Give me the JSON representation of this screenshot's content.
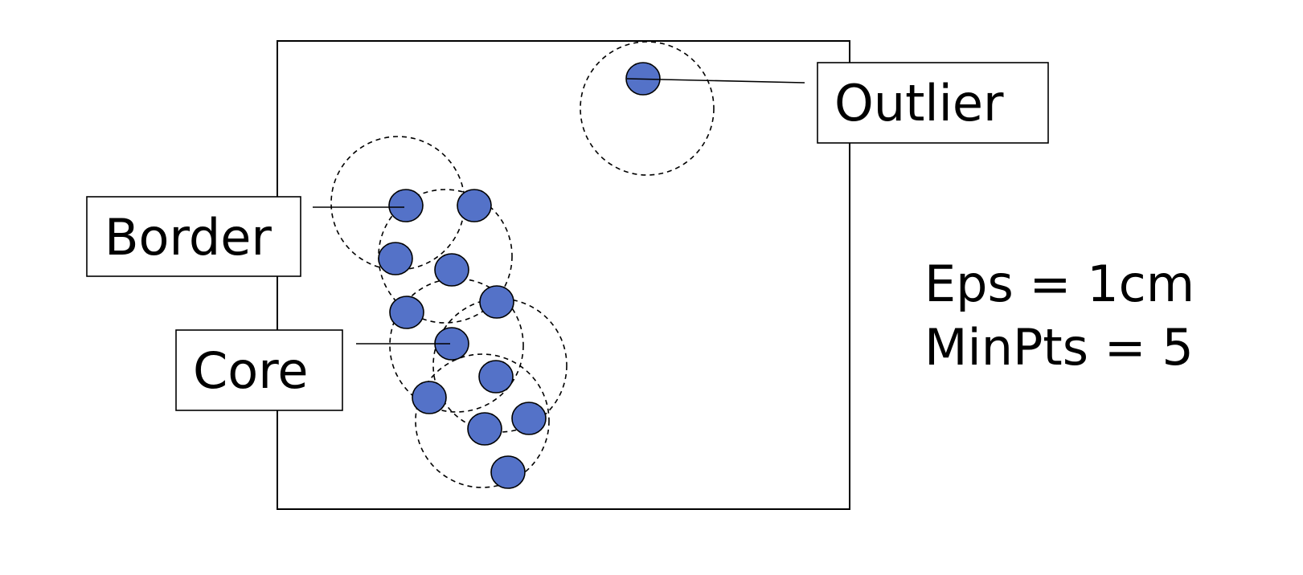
{
  "labels": {
    "outlier": "Outlier",
    "border": "Border",
    "core": "Core"
  },
  "parameters": {
    "eps": "Eps = 1cm",
    "minpts": "MinPts = 5"
  },
  "colors": {
    "point_fill": "#5472c8",
    "stroke": "#000000",
    "background": "#ffffff"
  }
}
